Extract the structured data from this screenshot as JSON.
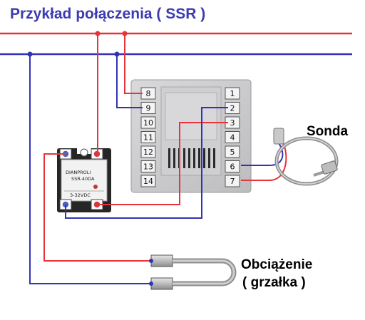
{
  "title": "Przykład połączenia ( SSR )",
  "labels": {
    "probe": "Sonda",
    "load_line1": "Obciążenie",
    "load_line2": "( grzałka )"
  },
  "ssr": {
    "brand": "DIANPROLI",
    "model": "SSR-40DA",
    "bottom_text": "3-32VDC"
  },
  "controller": {
    "left_terminals": [
      "8",
      "9",
      "10",
      "11",
      "12",
      "13",
      "14"
    ],
    "right_terminals": [
      "1",
      "2",
      "3",
      "4",
      "5",
      "6",
      "7"
    ]
  },
  "colors": {
    "red_wire": "#e8333b",
    "blue_wire": "#3233b4",
    "title": "#3d3bb0"
  }
}
